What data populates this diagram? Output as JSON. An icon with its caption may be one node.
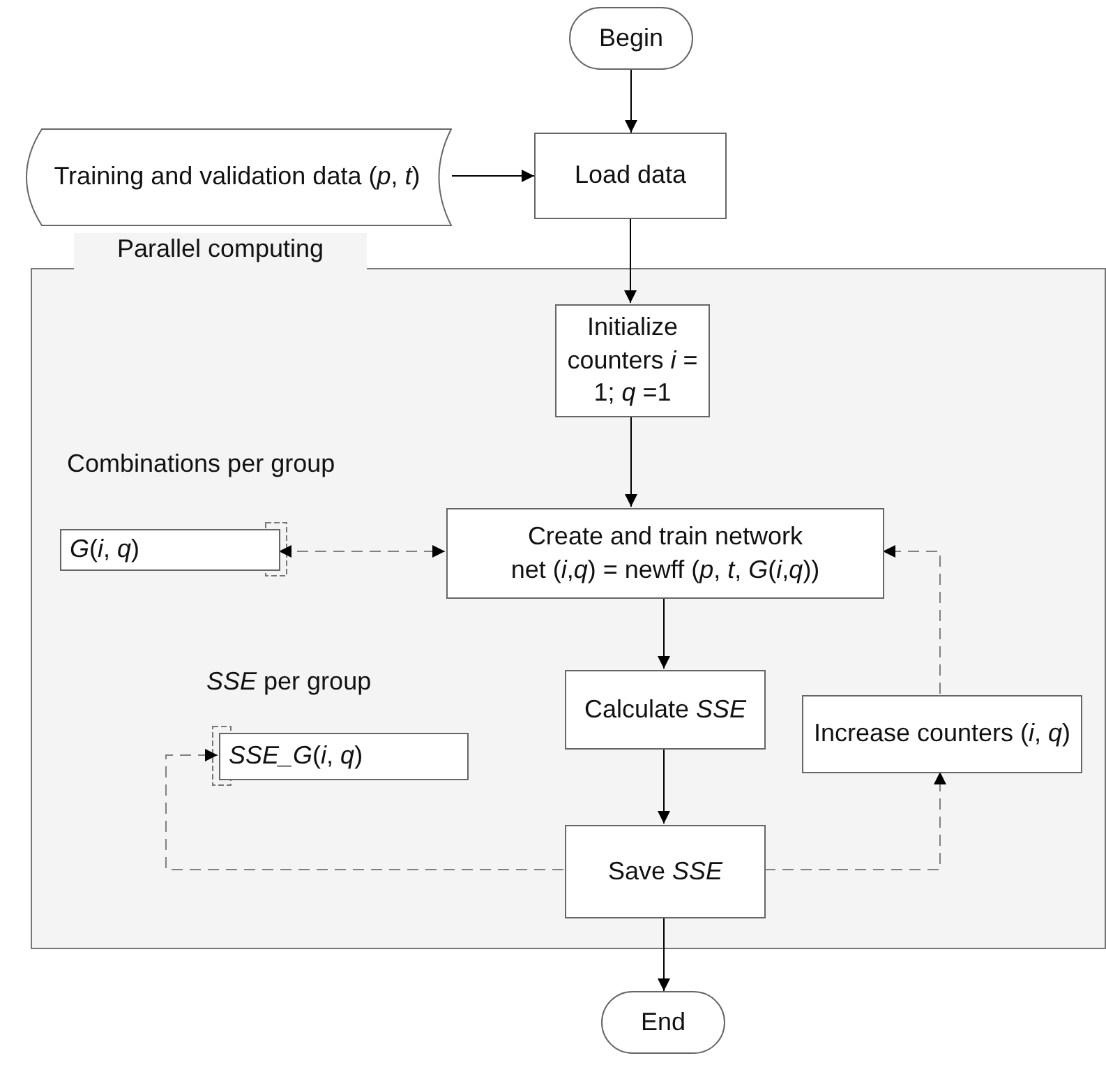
{
  "diagram": {
    "nodes": [
      {
        "text": [
          "Begin"
        ]
      },
      {
        "text": [
          "Training and validation data (*p*, *t*)"
        ]
      },
      {
        "text": [
          "Load data"
        ]
      },
      {
        "text": [
          "Parallel computing"
        ]
      },
      {
        "text": [
          "Initialize counters *i* = 1; *q* =1"
        ],
        "in": 3
      },
      {
        "text": [
          "*G*(*i*, *q*)"
        ],
        "in": 3,
        "beside": [
          "Combinations per group"
        ]
      },
      {
        "text": [
          "Create and train network",
          "net (*i*,*q*) = newff (*p*, *t*, *G*(*i*,*q*))"
        ],
        "in": 3
      },
      {
        "text": [
          "Calculate *SSE*"
        ],
        "in": 3
      },
      {
        "text": [
          "Increase counters (*i*, *q*)"
        ],
        "in": 3
      },
      {
        "text": [
          "*SSE_G*(*i*, *q*)"
        ],
        "in": 3,
        "beside": [
          "*SSE* per group"
        ]
      },
      {
        "text": [
          "Save *SSE*"
        ],
        "in": 3
      },
      {
        "text": [
          "End"
        ]
      }
    ],
    "edges": [
      {
        "from": 0,
        "to": 2,
        "arrow": "to"
      },
      {
        "from": 1,
        "to": 2,
        "arrow": "to"
      },
      {
        "from": 2,
        "to": 4,
        "arrow": "to"
      },
      {
        "from": 4,
        "to": 6,
        "arrow": "to"
      },
      {
        "from": 5,
        "to": 6,
        "arrow": "both",
        "style": "dashed",
        "color": "#808080"
      },
      {
        "from": 6,
        "to": 7,
        "arrow": "to"
      },
      {
        "from": 7,
        "to": 10,
        "arrow": "to"
      },
      {
        "from": 10,
        "to": 9,
        "arrow": "to",
        "style": "dashed",
        "color": "#808080"
      },
      {
        "from": 10,
        "to": 8,
        "arrow": "to",
        "style": "dashed",
        "color": "#808080"
      },
      {
        "from": 8,
        "to": 6,
        "arrow": "to",
        "style": "dashed",
        "color": "#808080"
      },
      {
        "from": 10,
        "to": 11,
        "arrow": "to"
      }
    ]
  }
}
